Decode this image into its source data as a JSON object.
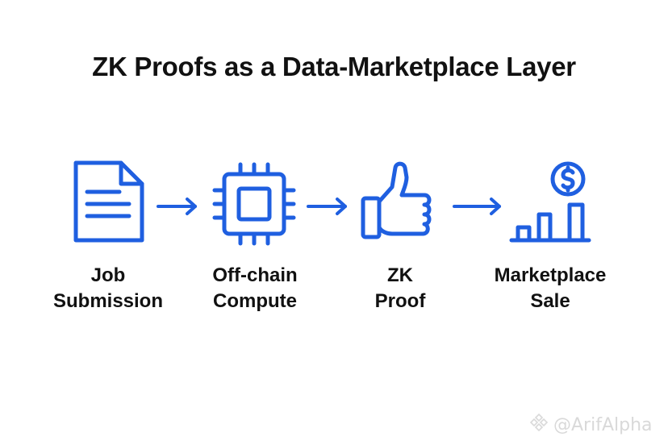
{
  "title": "ZK Proofs as a Data-Marketplace Layer",
  "accent_color": "#1f5fe0",
  "steps": [
    {
      "icon": "document-icon",
      "line1": "Job",
      "line2": "Submission"
    },
    {
      "icon": "cpu-chip-icon",
      "line1": "Off-chain",
      "line2": "Compute"
    },
    {
      "icon": "thumbs-up-icon",
      "line1": "ZK",
      "line2": "Proof"
    },
    {
      "icon": "dollar-bar-chart-icon",
      "line1": "Marketplace",
      "line2": "Sale"
    }
  ],
  "watermark": {
    "icon": "binance-logo-icon",
    "text": "@ArifAlpha"
  }
}
